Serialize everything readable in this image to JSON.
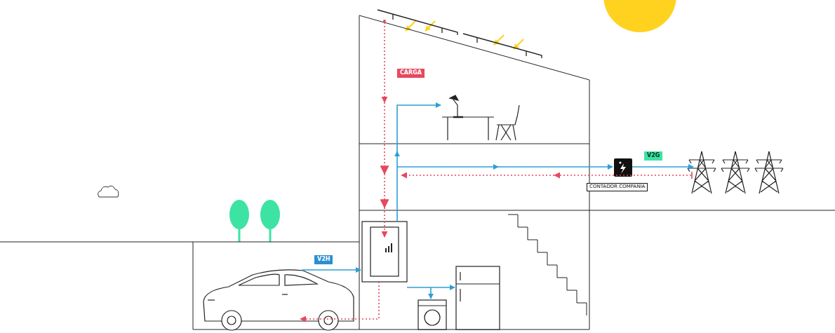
{
  "diagram": {
    "nodes": [
      {
        "text": [
          "CARGA"
        ]
      },
      {
        "text": [
          "V2G"
        ]
      },
      {
        "text": [
          "CONTADOR COMPAÑÍA"
        ]
      },
      {
        "text": [
          "V2H"
        ]
      }
    ]
  }
}
